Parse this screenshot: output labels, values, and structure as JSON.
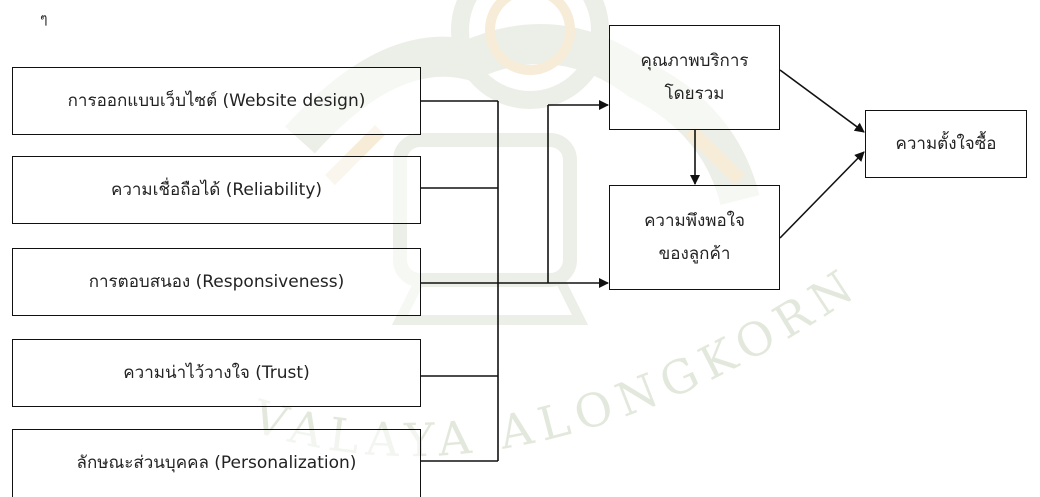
{
  "colors": {
    "watermark": "#c9d3bd",
    "watermark_gold": "#e6c98f",
    "line": "#111111"
  },
  "watermark": {
    "university_name": "VALAYA ALONGKORN RAJABHAT UNIVERSITY",
    "seal_icon": "university-seal-icon"
  },
  "stray_mark": "ๆ",
  "inputs": [
    {
      "label": "การออกแบบเว็บไซต์ (Website design)"
    },
    {
      "label": "ความเชื่อถือได้ (Reliability)"
    },
    {
      "label": "การตอบสนอง (Responsiveness)"
    },
    {
      "label": "ความน่าไว้วางใจ (Trust)"
    },
    {
      "label": "ลักษณะส่วนบุคคล (Personalization)"
    }
  ],
  "service_quality": {
    "line1": "คุณภาพบริการ",
    "line2": "โดยรวม"
  },
  "satisfaction": {
    "line1": "ความพึงพอใจ",
    "line2": "ของลูกค้า"
  },
  "outcome": {
    "label": "ความตั้งใจซื้อ"
  }
}
